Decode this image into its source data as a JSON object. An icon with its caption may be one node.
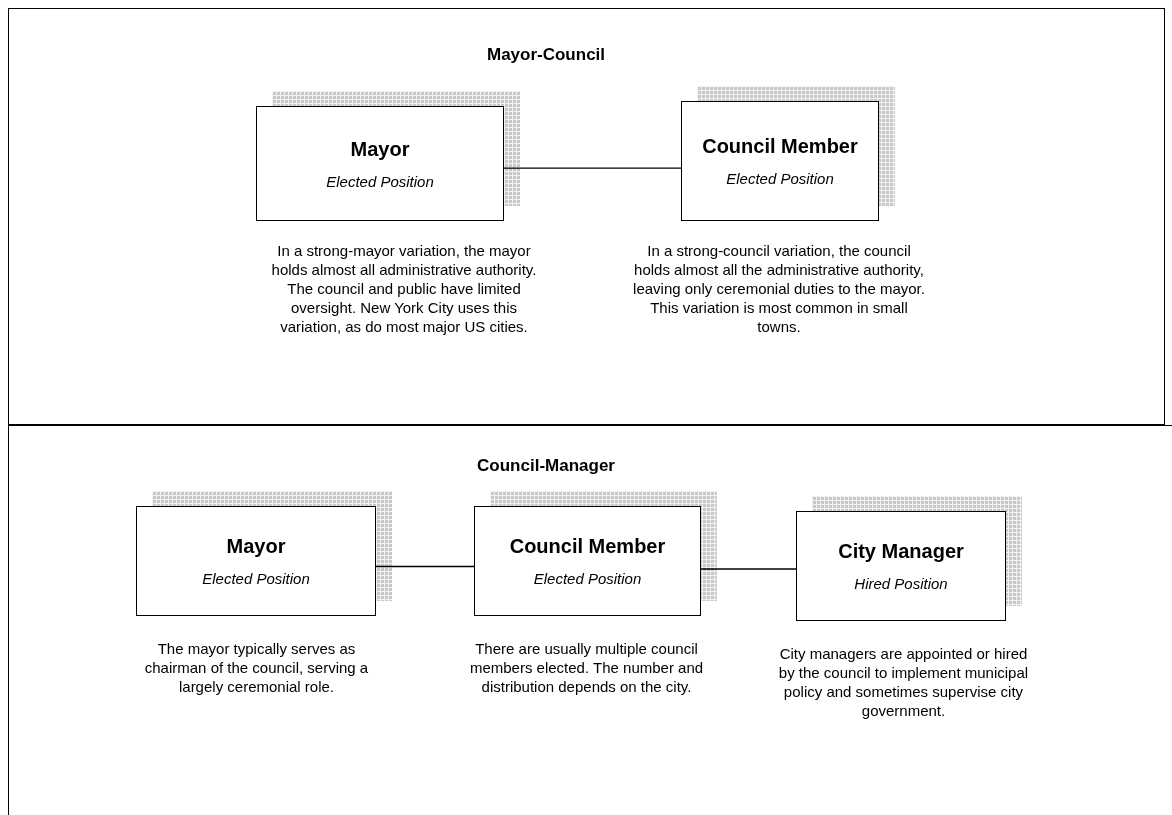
{
  "diagram": {
    "nodes": [
      {
        "text": [
          "Mayor-Council"
        ]
      },
      {
        "text": [
          "Mayor",
          "Elected Position"
        ],
        "in": 0,
        "beside": [
          "In a strong-mayor variation, the mayor holds almost all administrative authority. The council and public have limited oversight. New York City uses this variation, as do most major US cities."
        ]
      },
      {
        "text": [
          "Council Member",
          "Elected Position"
        ],
        "in": 0,
        "beside": [
          "In a strong-council variation, the council holds almost all the administrative authority, leaving only ceremonial duties to the mayor. This variation is most common in small towns."
        ]
      },
      {
        "text": [
          "Council-Manager"
        ]
      },
      {
        "text": [
          "Mayor",
          "Elected Position"
        ],
        "in": 3,
        "beside": [
          "The mayor typically serves as chairman of the council, serving a largely ceremonial role."
        ]
      },
      {
        "text": [
          "Council Member",
          "Elected Position"
        ],
        "in": 3,
        "beside": [
          "There are usually multiple council members elected. The number and distribution depends on the city."
        ]
      },
      {
        "text": [
          "City Manager",
          "Hired Position"
        ],
        "in": 3,
        "beside": [
          "City managers are appointed or hired by the council to implement municipal policy and sometimes supervise city government."
        ]
      }
    ],
    "edges": [
      {
        "from": 1,
        "to": 2,
        "arrow": "none"
      },
      {
        "from": 4,
        "to": 5,
        "arrow": "none"
      },
      {
        "from": 5,
        "to": 6,
        "arrow": "none"
      }
    ]
  }
}
